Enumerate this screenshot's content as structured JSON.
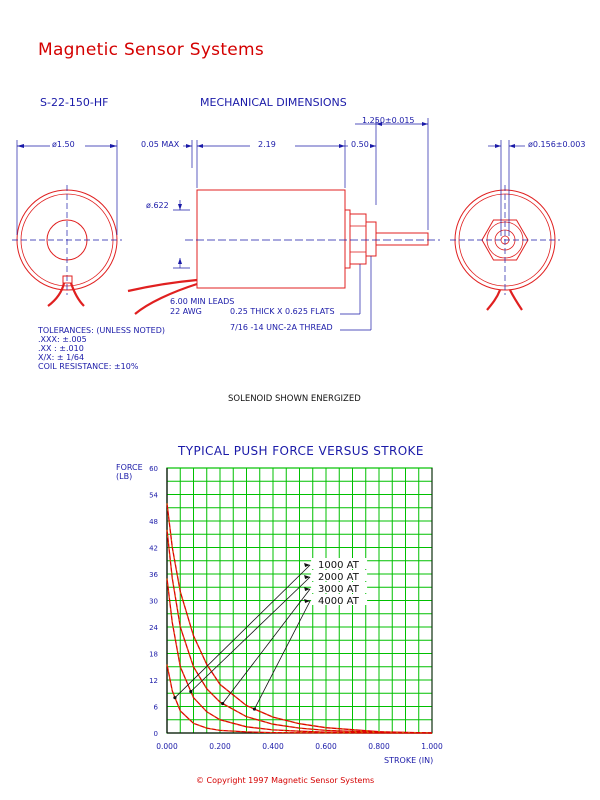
{
  "header": {
    "brand": "Magnetic Sensor Systems",
    "part_number": "S-22-150-HF",
    "section_title": "MECHANICAL DIMENSIONS"
  },
  "dimensions": {
    "body_diameter": "ø1.50",
    "clearance": "0.05 MAX",
    "body_length": "2.19",
    "hex_length": "0.50",
    "plunger_travel": "1.250±0.015",
    "plunger_diameter": "ø0.156±0.003",
    "mount_diameter": "ø.622",
    "leads": "6.00 MIN LEADS",
    "awg": "22 AWG",
    "flats": "0.25 THICK X 0.625 FLATS",
    "thread": "7/16 -14 UNC-2A THREAD"
  },
  "tolerances": {
    "title": "TOLERANCES: (UNLESS NOTED)",
    "lines": [
      ".XXX: ±.005",
      ".XX : ±.010",
      "X/X: ± 1/64",
      "COIL RESISTANCE: ±10%"
    ]
  },
  "caption": "SOLENOID SHOWN ENERGIZED",
  "footer": "©  Copyright 1997 Magnetic Sensor Systems",
  "colors": {
    "brand_red": "#d40000",
    "drawing_red": "#e02020",
    "dimension_blue": "#1a1aa8",
    "grid_green": "#00c000",
    "curve_red": "#e00000",
    "curve_yellow": "#c8b400"
  },
  "chart_data": {
    "type": "line",
    "title": "TYPICAL PUSH FORCE VERSUS STROKE",
    "ylabel_lines": [
      "FORCE",
      "(LB)"
    ],
    "xlabel": "STROKE (IN)",
    "xlim": [
      0,
      1
    ],
    "ylim": [
      0,
      60
    ],
    "x_ticks": [
      "0.000",
      "0.200",
      "0.400",
      "0.600",
      "0.800",
      "1.000"
    ],
    "y_ticks": [
      "0",
      "6",
      "12",
      "18",
      "24",
      "30",
      "36",
      "42",
      "48",
      "54",
      "60"
    ],
    "grid": true,
    "series": [
      {
        "name": "1000 AT",
        "x": [
          0,
          0.02,
          0.05,
          0.1,
          0.15,
          0.2,
          0.3,
          0.4,
          0.5,
          0.6,
          0.8,
          1.0
        ],
        "y": [
          15.5,
          9.5,
          5,
          2.2,
          1.1,
          0.6,
          0.25,
          0.1,
          0.05,
          0.03,
          0.01,
          0
        ]
      },
      {
        "name": "2000 AT",
        "x": [
          0,
          0.02,
          0.05,
          0.1,
          0.15,
          0.2,
          0.3,
          0.4,
          0.5,
          0.6,
          0.8,
          1.0
        ],
        "y": [
          35,
          25,
          15,
          8,
          4.8,
          3,
          1.4,
          0.7,
          0.4,
          0.2,
          0.05,
          0
        ]
      },
      {
        "name": "3000 AT",
        "x": [
          0,
          0.02,
          0.05,
          0.1,
          0.15,
          0.2,
          0.3,
          0.4,
          0.5,
          0.6,
          0.8,
          1.0
        ],
        "y": [
          46,
          35,
          24,
          15,
          10,
          7,
          3.7,
          2,
          1.1,
          0.6,
          0.15,
          0
        ]
      },
      {
        "name": "4000 AT",
        "x": [
          0,
          0.02,
          0.05,
          0.1,
          0.15,
          0.2,
          0.3,
          0.4,
          0.5,
          0.6,
          0.8,
          1.0
        ],
        "y": [
          52,
          42,
          32,
          22,
          15.5,
          11,
          6.2,
          3.6,
          2.1,
          1.2,
          0.3,
          0
        ]
      }
    ],
    "legend_entries": [
      "1000 AT",
      "2000 AT",
      "3000 AT",
      "4000 AT"
    ]
  }
}
